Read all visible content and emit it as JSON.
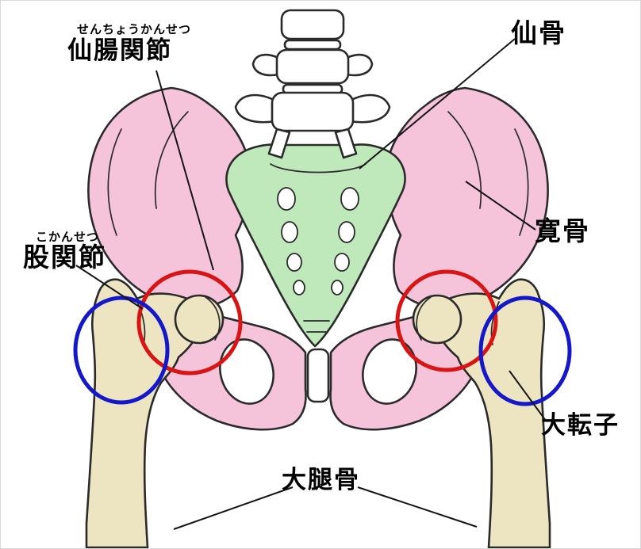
{
  "figure": {
    "alt": "骨盤と股関節の解剖図",
    "colors": {
      "hip_bone_pink": "#F5C3DA",
      "sacrum_green": "#BFE9BA",
      "femur_beige": "#EDE5C2",
      "outline_dark": "#2a2a2a",
      "highlight_red": "#D81414",
      "highlight_blue": "#1418C8",
      "background": "#FFFFFF"
    },
    "labels": {
      "sacroiliac_joint": {
        "ruby": "せんちょうかんせつ",
        "text": "仙腸関節"
      },
      "sacrum": {
        "text": "仙骨"
      },
      "hip_bone": {
        "text": "寛骨"
      },
      "hip_joint": {
        "ruby": "こかんせつ",
        "text": "股関節"
      },
      "greater_trochanter": {
        "text": "大転子"
      },
      "femur": {
        "text": "大腿骨"
      }
    }
  }
}
